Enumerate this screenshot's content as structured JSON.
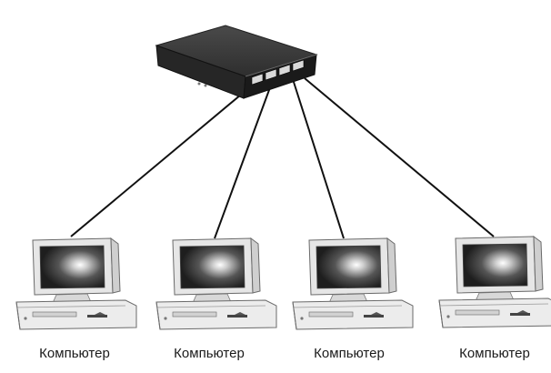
{
  "computers": [
    {
      "label": "Компьютер"
    },
    {
      "label": "Компьютер"
    },
    {
      "label": "Компьютер"
    },
    {
      "label": "Компьютер"
    }
  ],
  "colors": {
    "cable": "#111111",
    "switch_top": "#3c3c3c",
    "switch_front": "#1c1c1c",
    "monitor_body": "#eaeaea",
    "screen": "#2a2a2a",
    "outline": "#555555"
  },
  "icons": [
    "network-switch-icon",
    "desktop-computer-icon"
  ]
}
